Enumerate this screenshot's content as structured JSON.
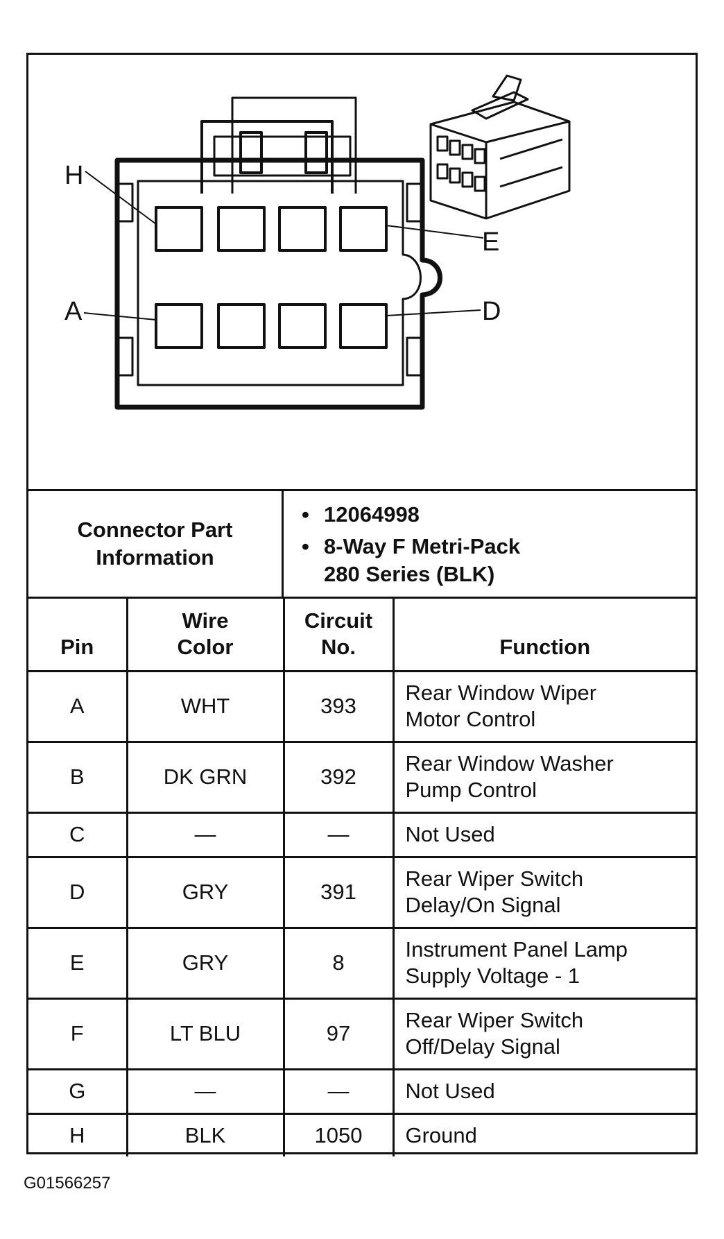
{
  "diagram": {
    "pin_callouts": [
      "H",
      "E",
      "A",
      "D"
    ]
  },
  "connector_info": {
    "label_line1": "Connector Part",
    "label_line2": "Information",
    "part_number": "12064998",
    "description_line1": "8-Way F Metri-Pack",
    "description_line2": "280 Series (BLK)"
  },
  "pin_table": {
    "headers": {
      "pin": "Pin",
      "wire_color_line1": "Wire",
      "wire_color_line2": "Color",
      "circuit_line1": "Circuit",
      "circuit_line2": "No.",
      "function": "Function"
    },
    "rows": [
      {
        "pin": "A",
        "wire": "WHT",
        "circuit": "393",
        "function_line1": "Rear Window Wiper",
        "function_line2": "Motor Control"
      },
      {
        "pin": "B",
        "wire": "DK GRN",
        "circuit": "392",
        "function_line1": "Rear Window Washer",
        "function_line2": "Pump Control"
      },
      {
        "pin": "C",
        "wire": "—",
        "circuit": "—",
        "function_line1": "Not Used",
        "function_line2": ""
      },
      {
        "pin": "D",
        "wire": "GRY",
        "circuit": "391",
        "function_line1": "Rear Wiper Switch",
        "function_line2": "Delay/On Signal"
      },
      {
        "pin": "E",
        "wire": "GRY",
        "circuit": "8",
        "function_line1": "Instrument Panel Lamp",
        "function_line2": "Supply Voltage - 1"
      },
      {
        "pin": "F",
        "wire": "LT BLU",
        "circuit": "97",
        "function_line1": "Rear Wiper Switch",
        "function_line2": "Off/Delay Signal"
      },
      {
        "pin": "G",
        "wire": "—",
        "circuit": "—",
        "function_line1": "Not Used",
        "function_line2": ""
      },
      {
        "pin": "H",
        "wire": "BLK",
        "circuit": "1050",
        "function_line1": "Ground",
        "function_line2": ""
      }
    ]
  },
  "figure_id": "G01566257"
}
